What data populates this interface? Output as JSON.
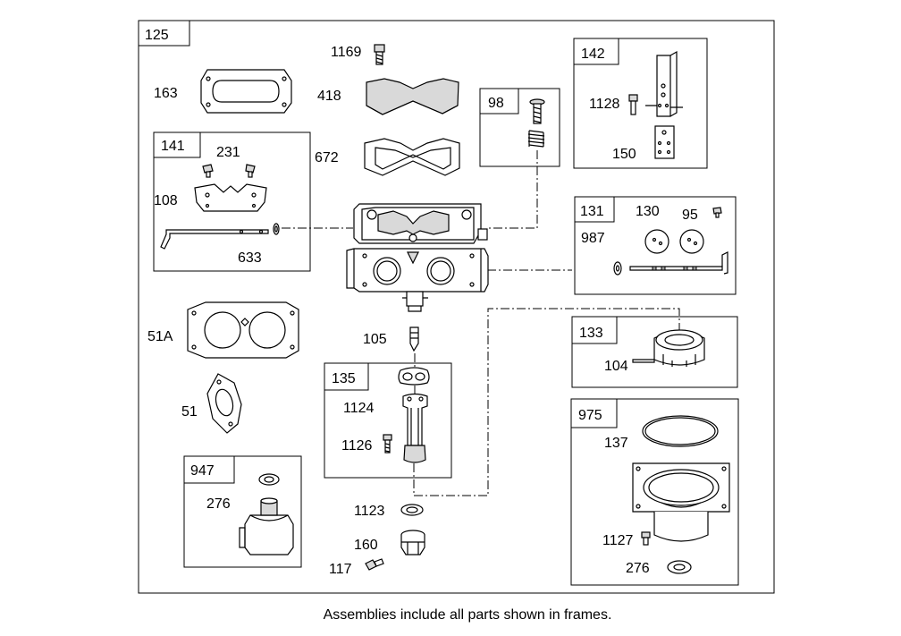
{
  "diagram": {
    "outer_frame_label": "125",
    "caption": "Assemblies include all parts shown in frames.",
    "frames": {
      "f141": "141",
      "f98": "98",
      "f142": "142",
      "f131": "131",
      "f133": "133",
      "f135": "135",
      "f947": "947",
      "f975": "975"
    },
    "parts": {
      "p163": "163",
      "p1169": "1169",
      "p418": "418",
      "p672": "672",
      "p231": "231",
      "p108": "108",
      "p633": "633",
      "p1128": "1128",
      "p150": "150",
      "p130": "130",
      "p95": "95",
      "p987": "987",
      "p104": "104",
      "p51A": "51A",
      "p51": "51",
      "p105": "105",
      "p1124": "1124",
      "p1126": "1126",
      "p137": "137",
      "p276a": "276",
      "p1123": "1123",
      "p160": "160",
      "p117": "117",
      "p1127": "1127",
      "p276b": "276"
    }
  }
}
